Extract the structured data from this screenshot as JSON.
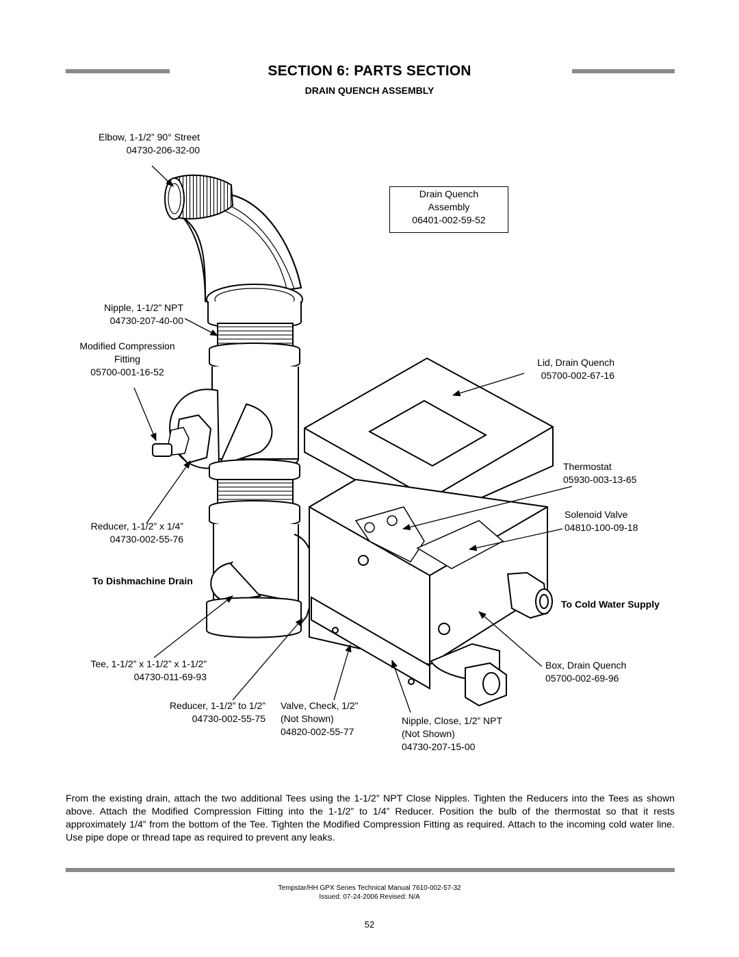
{
  "header": {
    "section_title": "SECTION 6: PARTS SECTION",
    "subtitle": "DRAIN QUENCH ASSEMBLY"
  },
  "assembly_box": {
    "line1": "Drain Quench",
    "line2": "Assembly",
    "line3": "06401-002-59-52"
  },
  "parts": {
    "elbow": {
      "name": "Elbow, 1-1/2” 90° Street",
      "number": "04730-206-32-00"
    },
    "nipple_npt": {
      "name": "Nipple, 1-1/2” NPT",
      "number": "04730-207-40-00"
    },
    "compression": {
      "name1": "Modified Compression",
      "name2": "Fitting",
      "number": "05700-001-16-52"
    },
    "reducer_quarter": {
      "name": "Reducer, 1-1/2” x 1/4”",
      "number": "04730-002-55-76"
    },
    "tee": {
      "name": "Tee, 1-1/2” x 1-1/2” x 1-1/2”",
      "number": "04730-011-69-93"
    },
    "reducer_half": {
      "name": "Reducer, 1-1/2” to 1/2”",
      "number": "04730-002-55-75"
    },
    "check_valve": {
      "name": "Valve, Check, 1/2”",
      "note": "(Not Shown)",
      "number": "04820-002-55-77"
    },
    "close_nipple": {
      "name": "Nipple, Close, 1/2” NPT",
      "note": "(Not Shown)",
      "number": "04730-207-15-00"
    },
    "lid": {
      "name": "Lid, Drain Quench",
      "number": "05700-002-67-16"
    },
    "thermostat": {
      "name": "Thermostat",
      "number": "05930-003-13-65"
    },
    "solenoid": {
      "name": "Solenoid Valve",
      "number": "04810-100-09-18"
    },
    "box": {
      "name": "Box, Drain Quench",
      "number": "05700-002-69-96"
    }
  },
  "callouts": {
    "dishmachine_drain": "To Dishmachine Drain",
    "cold_water_supply": "To Cold Water Supply"
  },
  "instructions": "From the existing drain, attach the two additional Tees using the 1-1/2” NPT Close Nipples. Tighten the Reducers into the Tees as shown above. Attach the Modified Compression Fitting  into the 1-1/2” to 1/4” Reducer. Position the bulb of the thermostat so that it rests approximately 1/4” from the bottom of the Tee. Tighten the Modified Compression Fitting as required. Attach to the incoming cold water line. Use pipe dope or thread tape as required to prevent any leaks.",
  "footer": {
    "manual": "Tempstar/HH GPX Series Technical Manual 7610-002-57-32",
    "issued": "Issued: 07-24-2006  Revised: N/A",
    "page_number": "52"
  }
}
